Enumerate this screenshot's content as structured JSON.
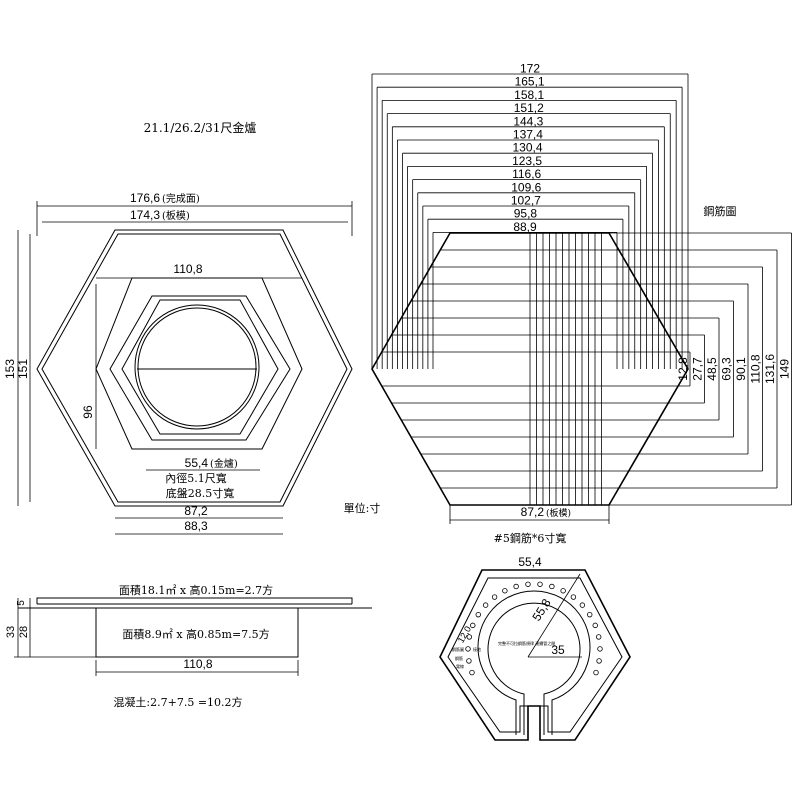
{
  "title": "21.1/26.2/31尺金爐",
  "left_hex": {
    "width_finished": "176,6",
    "width_finished_note": "(完成面)",
    "width_formwork": "174,3",
    "width_formwork_note": "(板模)",
    "inner_width": "110,8",
    "height_outer": "153",
    "height_inner": "151",
    "inner_height": "96",
    "furnace_width": "55,4",
    "furnace_note": "(金爐)",
    "inner_diameter": "內徑5.1尺寬",
    "base_plate": "底盤28.5寸寬",
    "bottom_width_1": "87,2",
    "bottom_width_2": "88,3"
  },
  "unit": "單位:寸",
  "rebar": {
    "title": "鋼筋圖",
    "top_widths": [
      "172",
      "165,1",
      "158,1",
      "151,2",
      "144,3",
      "137,4",
      "130,4",
      "123,5",
      "116,6",
      "109,6",
      "102,7",
      "95,8",
      "88,9"
    ],
    "right_heights": [
      "12,8",
      "27,7",
      "48,5",
      "69,3",
      "90,1",
      "110,8",
      "131,6",
      "149"
    ],
    "bottom_width": "87,2",
    "bottom_note": "(板模)",
    "caption": "#5鋼筋*6寸寬"
  },
  "section": {
    "upper_text": "面積18.1㎡ x 高0.15m=2.7方",
    "lower_text": "面積8.9㎡ x 高0.85m=7.5方",
    "dim_5": "5",
    "dim_33": "33",
    "dim_28": "28",
    "bottom_width": "110,8",
    "concrete": "混凝土:2.7+7.5 =10.2方"
  },
  "plan": {
    "top_width": "55,4",
    "diagonal": "55,8",
    "radius": "35",
    "left_dim": "12,0",
    "small_text_1": "完整不可拉鋼筋規律\n連續管之間",
    "small_text_2": "鋼筋圖",
    "small_text_3": "鋼筋",
    "small_text_4": "電線",
    "small_text_5": "接地"
  }
}
